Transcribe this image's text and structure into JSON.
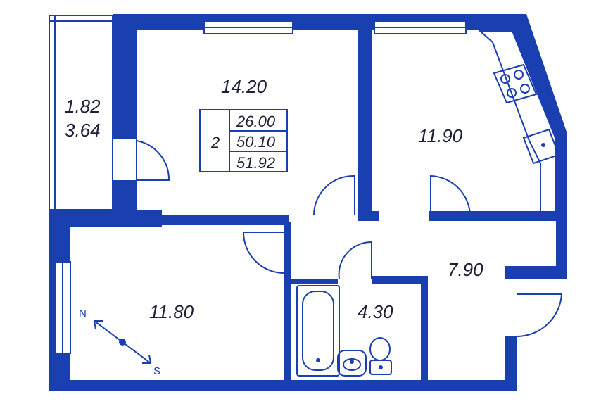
{
  "rooms": {
    "balcony_area_1": "1.82",
    "balcony_area_2": "3.64",
    "living_room": "14.20",
    "kitchen": "11.90",
    "bedroom": "11.80",
    "hallway": "7.90",
    "bathroom": "4.30"
  },
  "summary": {
    "room_count": "2",
    "living_area": "26.00",
    "total_area": "50.10",
    "total_with_balcony": "51.92"
  },
  "compass": {
    "north": "N",
    "south": "S"
  },
  "colors": {
    "wall": "#1a3fb0",
    "text": "#1f1f3a"
  }
}
